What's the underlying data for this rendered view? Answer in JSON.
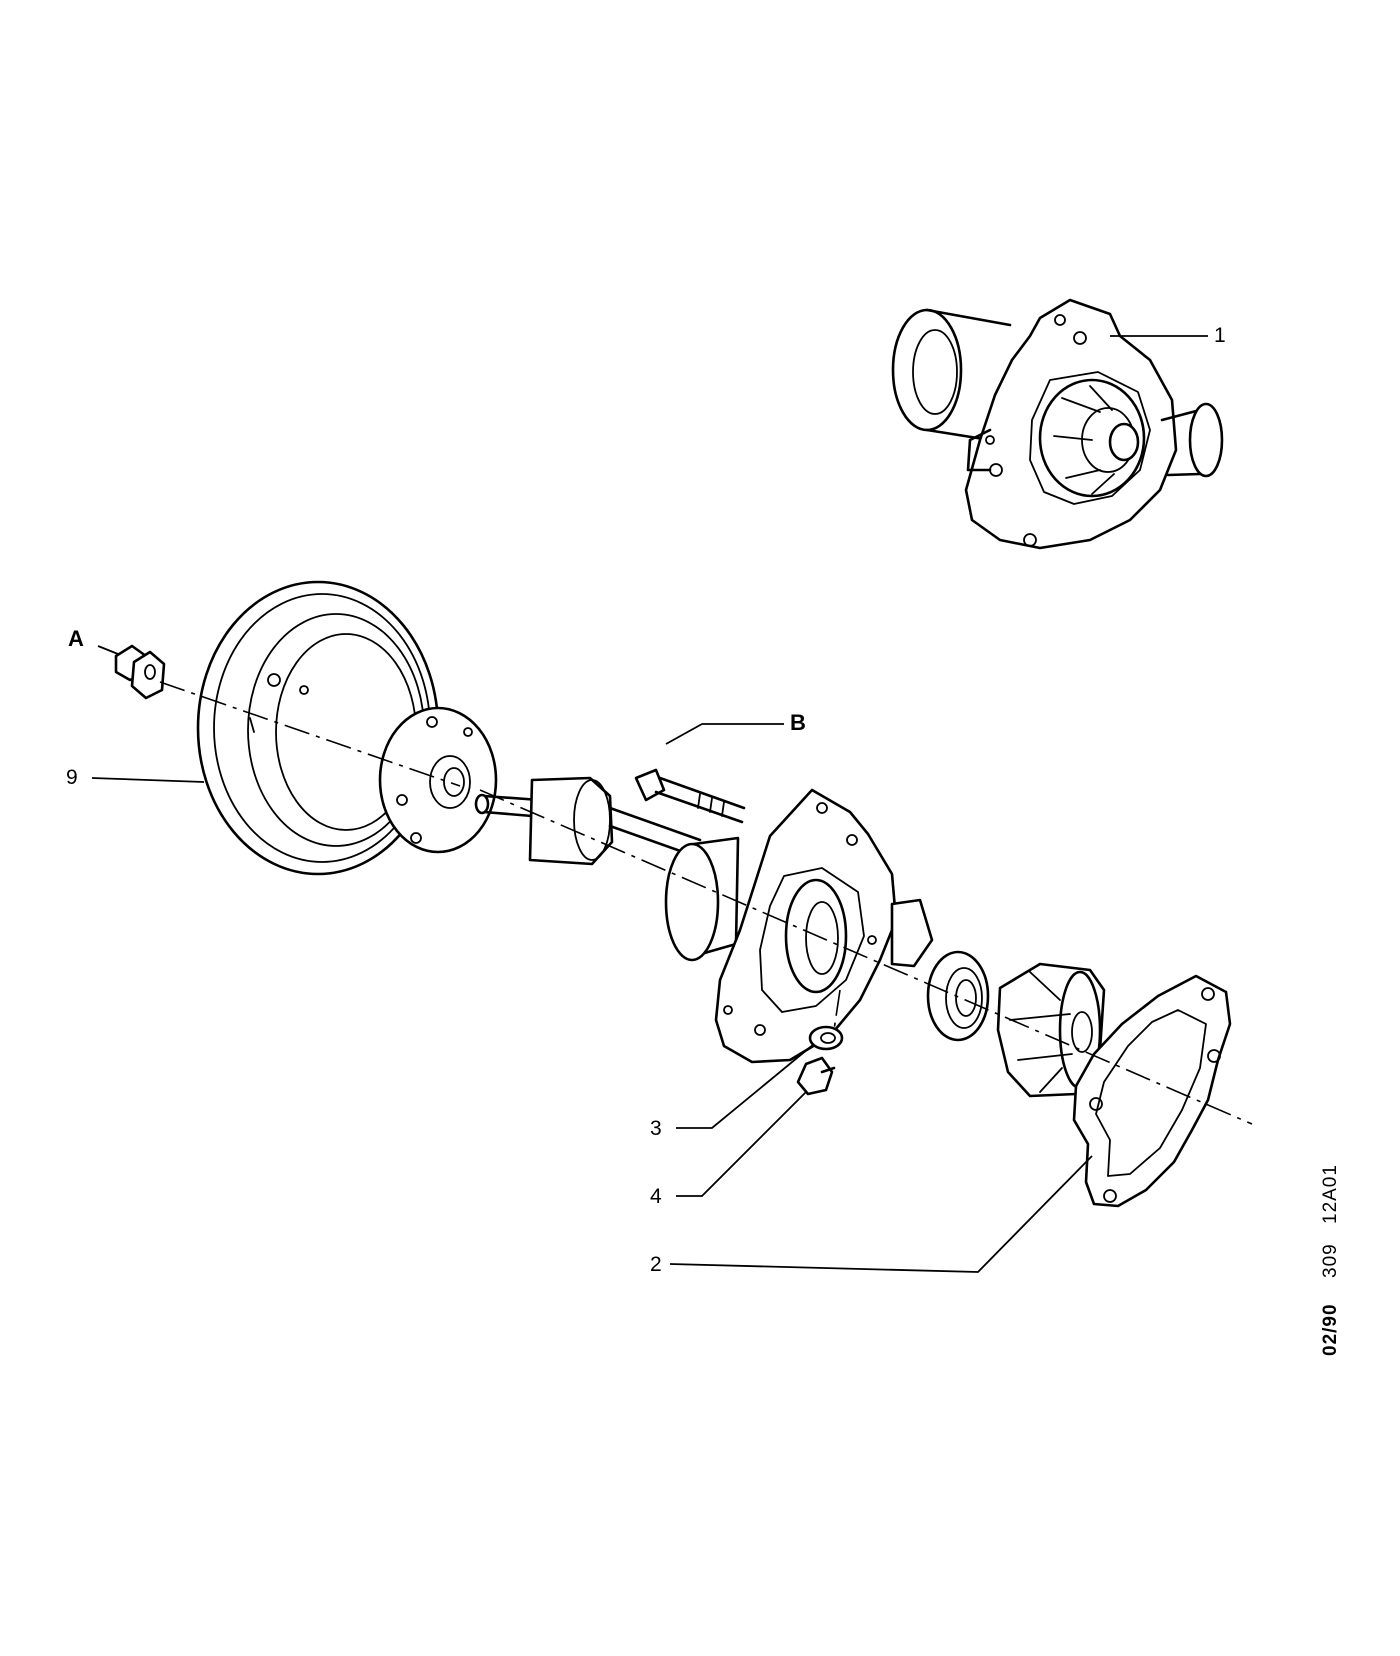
{
  "callouts": {
    "part_1": "1",
    "part_2": "2",
    "part_3": "3",
    "part_4": "4",
    "part_9": "9",
    "part_A": "A",
    "part_B": "B"
  },
  "reference": {
    "date": "02/90",
    "code_1": "309",
    "code_2": "12A01"
  }
}
